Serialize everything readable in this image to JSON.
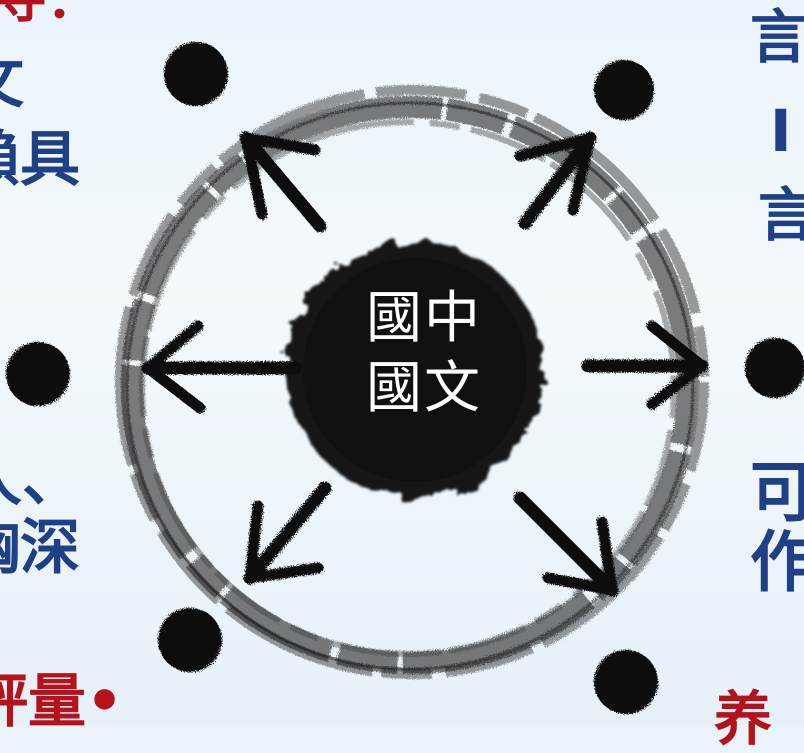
{
  "center": {
    "line1": "國中",
    "line2": "國文"
  },
  "fragments": {
    "top_left_red": "寻：",
    "left_1": "文",
    "left_2": "賴具",
    "left_3": "人、",
    "left_4": "胸深",
    "bottom_left_red": "評量•",
    "right_1": "言",
    "right_2": "I",
    "right_3": "言",
    "right_4": "可",
    "right_5": "作",
    "bottom_right_red": "养"
  },
  "colors": {
    "blue_text": "#1f3f86",
    "red_text": "#b5121b",
    "ink": "#141414"
  }
}
